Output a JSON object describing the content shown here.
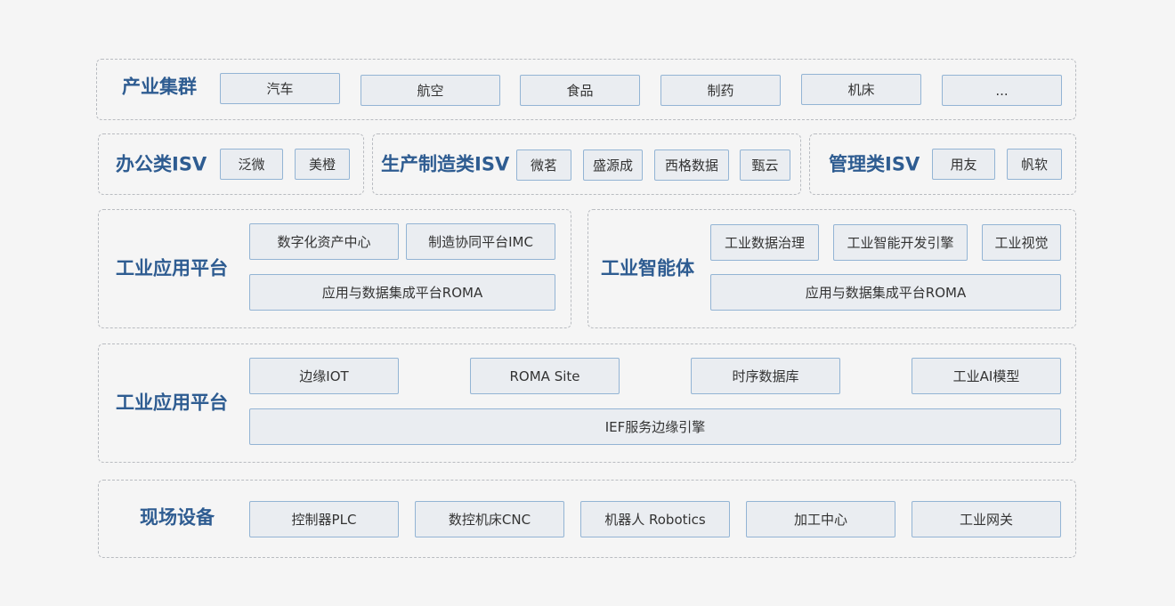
{
  "industry_cluster": {
    "title": "产业集群",
    "items": [
      "汽车",
      "航空",
      "食品",
      "制药",
      "机床",
      "..."
    ]
  },
  "office_isv": {
    "title": "办公类ISV",
    "items": [
      "泛微",
      "美橙"
    ]
  },
  "manufacturing_isv": {
    "title": "生产制造类ISV",
    "items": [
      "微茗",
      "盛源成",
      "西格数据",
      "甄云"
    ]
  },
  "management_isv": {
    "title": "管理类ISV",
    "items": [
      "用友",
      "帆软"
    ]
  },
  "industrial_app_platform": {
    "title": "工业应用平台",
    "items": [
      "数字化资产中心",
      "制造协同平台IMC"
    ],
    "wide": "应用与数据集成平台ROMA"
  },
  "industrial_intelligence": {
    "title": "工业智能体",
    "items": [
      "工业数据治理",
      "工业智能开发引擎",
      "工业视觉"
    ],
    "wide": "应用与数据集成平台ROMA"
  },
  "edge_platform": {
    "title": "工业应用平台",
    "items": [
      "边缘IOT",
      "ROMA Site",
      "时序数据库",
      "工业AI模型"
    ],
    "wide": "IEF服务边缘引擎"
  },
  "field_devices": {
    "title": "现场设备",
    "items": [
      "控制器PLC",
      "数控机床CNC",
      "机器人 Robotics",
      "加工中心",
      "工业网关"
    ]
  }
}
